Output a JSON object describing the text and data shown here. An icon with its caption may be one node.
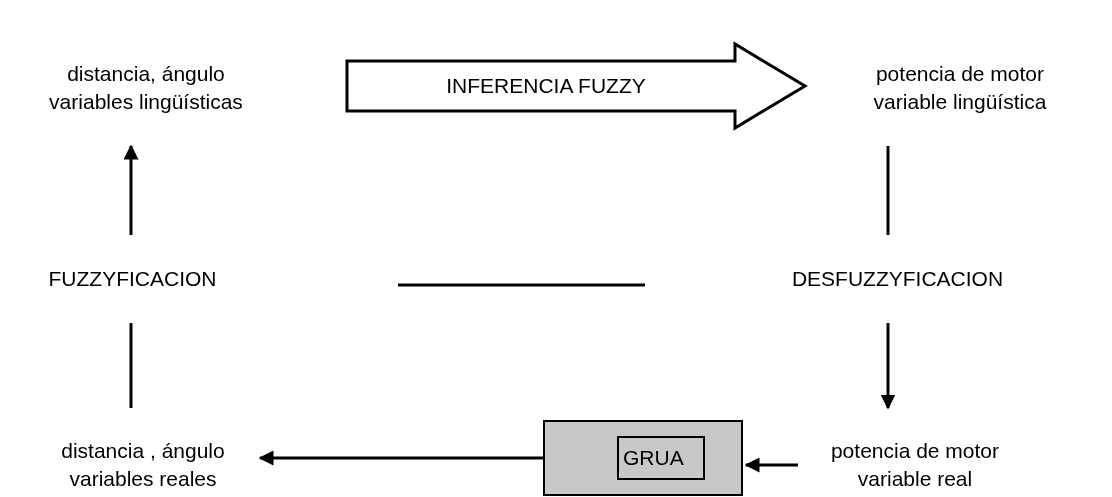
{
  "diagram": {
    "nodes": [
      {
        "text": [
          "distancia, ángulo variables lingüísticas"
        ]
      },
      {
        "text": [
          "potencia de motor variable lingüística"
        ]
      },
      {
        "text": [
          "FUZZYFICACION"
        ]
      },
      {
        "text": [
          "DESFUZZYFICACION"
        ]
      },
      {
        "text": [
          "distancia , ángulo variables reales"
        ]
      },
      {
        "text": [],
        "shape": "box"
      },
      {
        "text": [
          "GRUA"
        ],
        "in": 5
      },
      {
        "text": [
          "potencia de motor variable real"
        ]
      }
    ],
    "edges": [
      {
        "from": 0,
        "to": 1,
        "arrow": "to",
        "label": "INFERENCIA FUZZY",
        "style": "thick"
      },
      {
        "from": 1,
        "to": 3,
        "arrow": "none"
      },
      {
        "from": 3,
        "to": 7,
        "arrow": "to"
      },
      {
        "from": 7,
        "to": 5,
        "arrow": "to"
      },
      {
        "from": 5,
        "to": 4,
        "arrow": "to"
      },
      {
        "from": 4,
        "to": 2,
        "arrow": "none"
      },
      {
        "from": 2,
        "to": 0,
        "arrow": "to"
      }
    ]
  }
}
